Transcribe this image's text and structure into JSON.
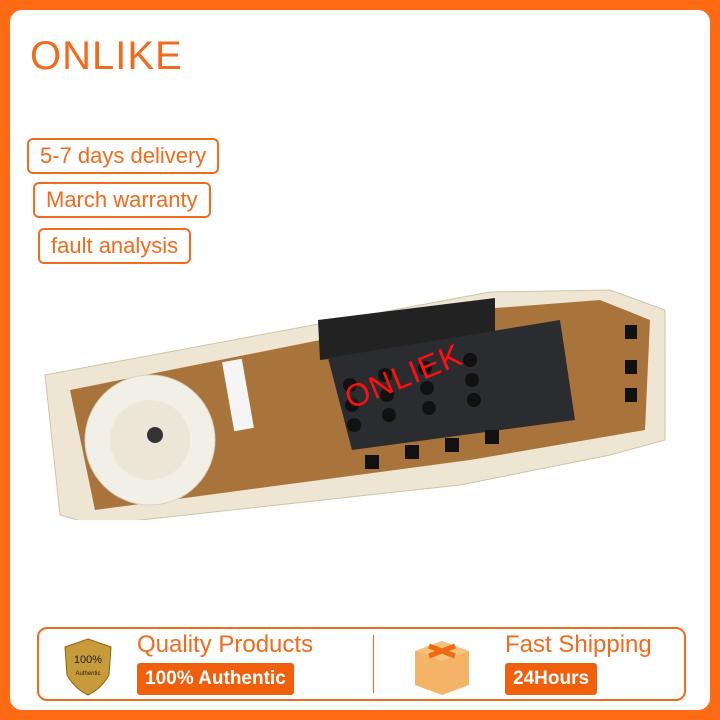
{
  "brand": "ONLIKE",
  "tags": [
    "5-7 days delivery",
    "March warranty",
    "fault analysis"
  ],
  "watermark": "ONLIEK",
  "features": [
    {
      "title": "Quality Products",
      "pill": "100% Authentic",
      "badge_text": "100%",
      "badge_sub": "Authentic",
      "icon": "gold-shield-badge-icon"
    },
    {
      "title": "Fast Shipping",
      "pill": "24Hours",
      "icon": "package-box-icon"
    }
  ],
  "colors": {
    "accent": "#f26a1b",
    "pill": "#ef5f0c",
    "watermark": "#ff1010"
  }
}
